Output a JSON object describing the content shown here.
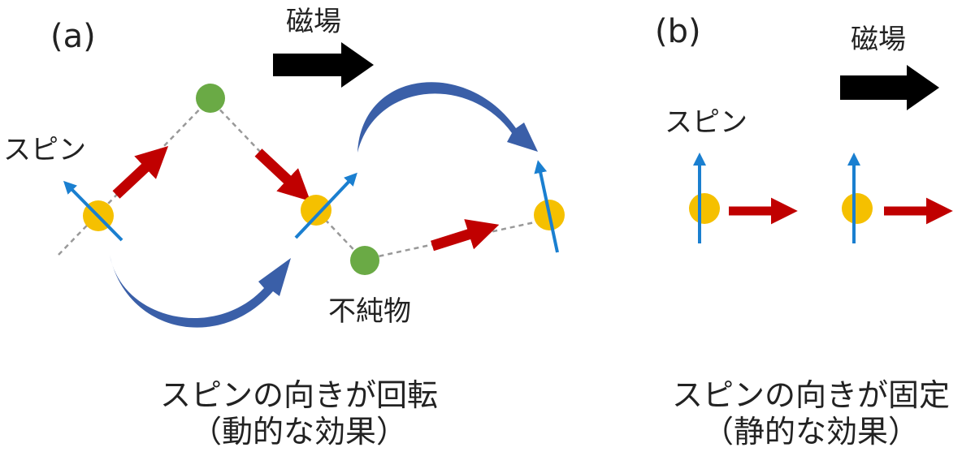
{
  "panel_a": {
    "label": "(a)",
    "field_label": "磁場",
    "spin_label": "スピン",
    "impurity_label": "不純物",
    "caption_line1": "スピンの向きが回転",
    "caption_line2": "（動的な効果）"
  },
  "panel_b": {
    "label": "(b)",
    "field_label": "磁場",
    "spin_label": "スピン",
    "caption_line1": "スピンの向きが固定",
    "caption_line2": "（静的な効果）"
  },
  "colors": {
    "spin_arrow": "#1a7fd0",
    "motion_arrow": "#c00000",
    "electron": "#f5c000",
    "impurity": "#6aaa45",
    "rotation_arrow": "#3a5fa8",
    "field_arrow": "#000000",
    "path_line": "#999999"
  }
}
